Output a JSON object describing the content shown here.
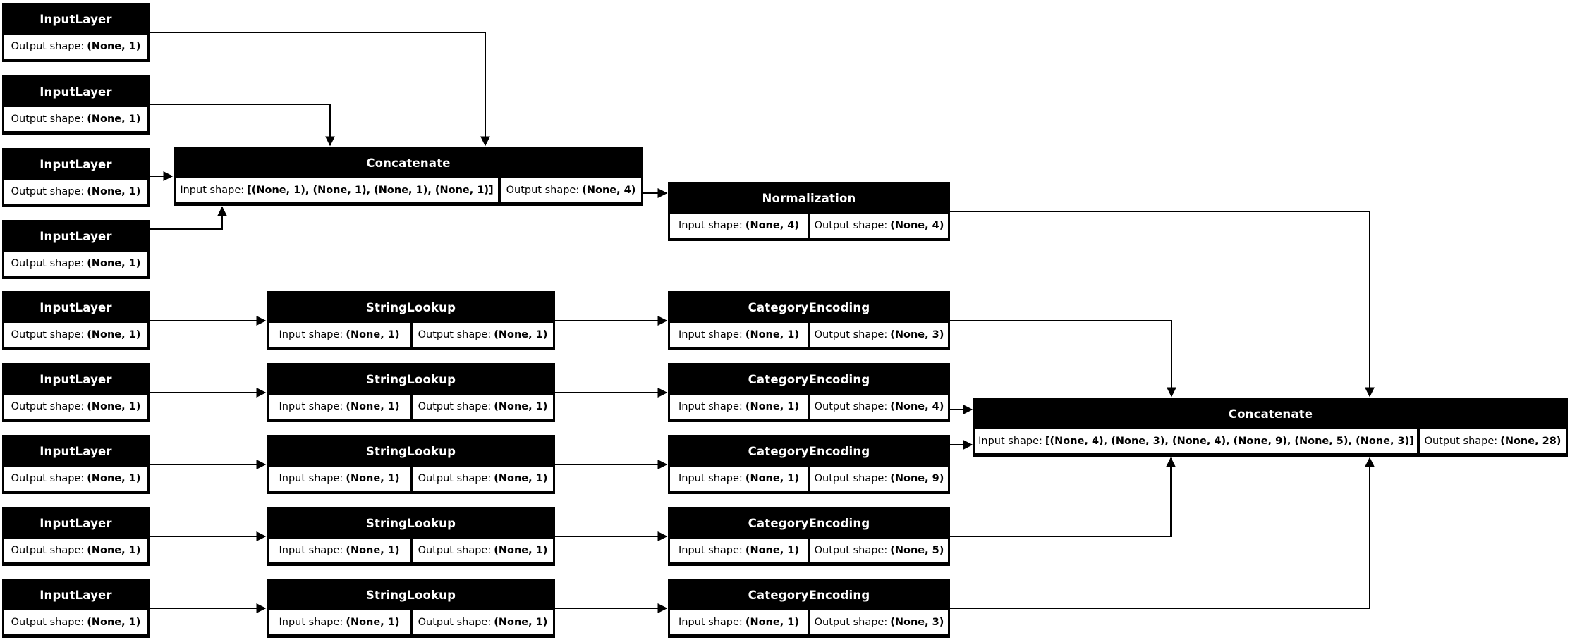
{
  "labels": {
    "input_prefix": "Input shape:",
    "output_prefix": "Output shape:"
  },
  "colors": {
    "node_fill": "#000000",
    "node_text": "#ffffff",
    "cell_fill": "#ffffff",
    "cell_text": "#000000",
    "edge": "#000000",
    "background": "#ffffff"
  },
  "nodes": [
    {
      "title": "InputLayer",
      "cells": [
        {
          "label": "Output shape:",
          "value": "(None, 1)"
        }
      ]
    },
    {
      "title": "InputLayer",
      "cells": [
        {
          "label": "Output shape:",
          "value": "(None, 1)"
        }
      ]
    },
    {
      "title": "InputLayer",
      "cells": [
        {
          "label": "Output shape:",
          "value": "(None, 1)"
        }
      ]
    },
    {
      "title": "InputLayer",
      "cells": [
        {
          "label": "Output shape:",
          "value": "(None, 1)"
        }
      ]
    },
    {
      "title": "Concatenate",
      "cells": [
        {
          "label": "Input shape:",
          "value": "[(None, 1), (None, 1), (None, 1), (None, 1)]"
        },
        {
          "label": "Output shape:",
          "value": "(None, 4)"
        }
      ]
    },
    {
      "title": "Normalization",
      "cells": [
        {
          "label": "Input shape:",
          "value": "(None, 4)"
        },
        {
          "label": "Output shape:",
          "value": "(None, 4)"
        }
      ]
    },
    {
      "title": "InputLayer",
      "cells": [
        {
          "label": "Output shape:",
          "value": "(None, 1)"
        }
      ]
    },
    {
      "title": "StringLookup",
      "cells": [
        {
          "label": "Input shape:",
          "value": "(None, 1)"
        },
        {
          "label": "Output shape:",
          "value": "(None, 1)"
        }
      ]
    },
    {
      "title": "CategoryEncoding",
      "cells": [
        {
          "label": "Input shape:",
          "value": "(None, 1)"
        },
        {
          "label": "Output shape:",
          "value": "(None, 3)"
        }
      ]
    },
    {
      "title": "InputLayer",
      "cells": [
        {
          "label": "Output shape:",
          "value": "(None, 1)"
        }
      ]
    },
    {
      "title": "StringLookup",
      "cells": [
        {
          "label": "Input shape:",
          "value": "(None, 1)"
        },
        {
          "label": "Output shape:",
          "value": "(None, 1)"
        }
      ]
    },
    {
      "title": "CategoryEncoding",
      "cells": [
        {
          "label": "Input shape:",
          "value": "(None, 1)"
        },
        {
          "label": "Output shape:",
          "value": "(None, 4)"
        }
      ]
    },
    {
      "title": "InputLayer",
      "cells": [
        {
          "label": "Output shape:",
          "value": "(None, 1)"
        }
      ]
    },
    {
      "title": "StringLookup",
      "cells": [
        {
          "label": "Input shape:",
          "value": "(None, 1)"
        },
        {
          "label": "Output shape:",
          "value": "(None, 1)"
        }
      ]
    },
    {
      "title": "CategoryEncoding",
      "cells": [
        {
          "label": "Input shape:",
          "value": "(None, 1)"
        },
        {
          "label": "Output shape:",
          "value": "(None, 9)"
        }
      ]
    },
    {
      "title": "InputLayer",
      "cells": [
        {
          "label": "Output shape:",
          "value": "(None, 1)"
        }
      ]
    },
    {
      "title": "StringLookup",
      "cells": [
        {
          "label": "Input shape:",
          "value": "(None, 1)"
        },
        {
          "label": "Output shape:",
          "value": "(None, 1)"
        }
      ]
    },
    {
      "title": "CategoryEncoding",
      "cells": [
        {
          "label": "Input shape:",
          "value": "(None, 1)"
        },
        {
          "label": "Output shape:",
          "value": "(None, 5)"
        }
      ]
    },
    {
      "title": "InputLayer",
      "cells": [
        {
          "label": "Output shape:",
          "value": "(None, 1)"
        }
      ]
    },
    {
      "title": "StringLookup",
      "cells": [
        {
          "label": "Input shape:",
          "value": "(None, 1)"
        },
        {
          "label": "Output shape:",
          "value": "(None, 1)"
        }
      ]
    },
    {
      "title": "CategoryEncoding",
      "cells": [
        {
          "label": "Input shape:",
          "value": "(None, 1)"
        },
        {
          "label": "Output shape:",
          "value": "(None, 3)"
        }
      ]
    },
    {
      "title": "Concatenate",
      "cells": [
        {
          "label": "Input shape:",
          "value": "[(None, 4), (None, 3), (None, 4), (None, 9), (None, 5), (None, 3)]"
        },
        {
          "label": "Output shape:",
          "value": "(None, 28)"
        }
      ]
    }
  ],
  "edges": [
    [
      0,
      4
    ],
    [
      1,
      4
    ],
    [
      2,
      4
    ],
    [
      3,
      4
    ],
    [
      4,
      5
    ],
    [
      5,
      21
    ],
    [
      6,
      7
    ],
    [
      7,
      8
    ],
    [
      8,
      21
    ],
    [
      9,
      10
    ],
    [
      10,
      11
    ],
    [
      11,
      21
    ],
    [
      12,
      13
    ],
    [
      13,
      14
    ],
    [
      14,
      21
    ],
    [
      15,
      16
    ],
    [
      16,
      17
    ],
    [
      17,
      21
    ],
    [
      18,
      19
    ],
    [
      19,
      20
    ],
    [
      20,
      21
    ]
  ]
}
